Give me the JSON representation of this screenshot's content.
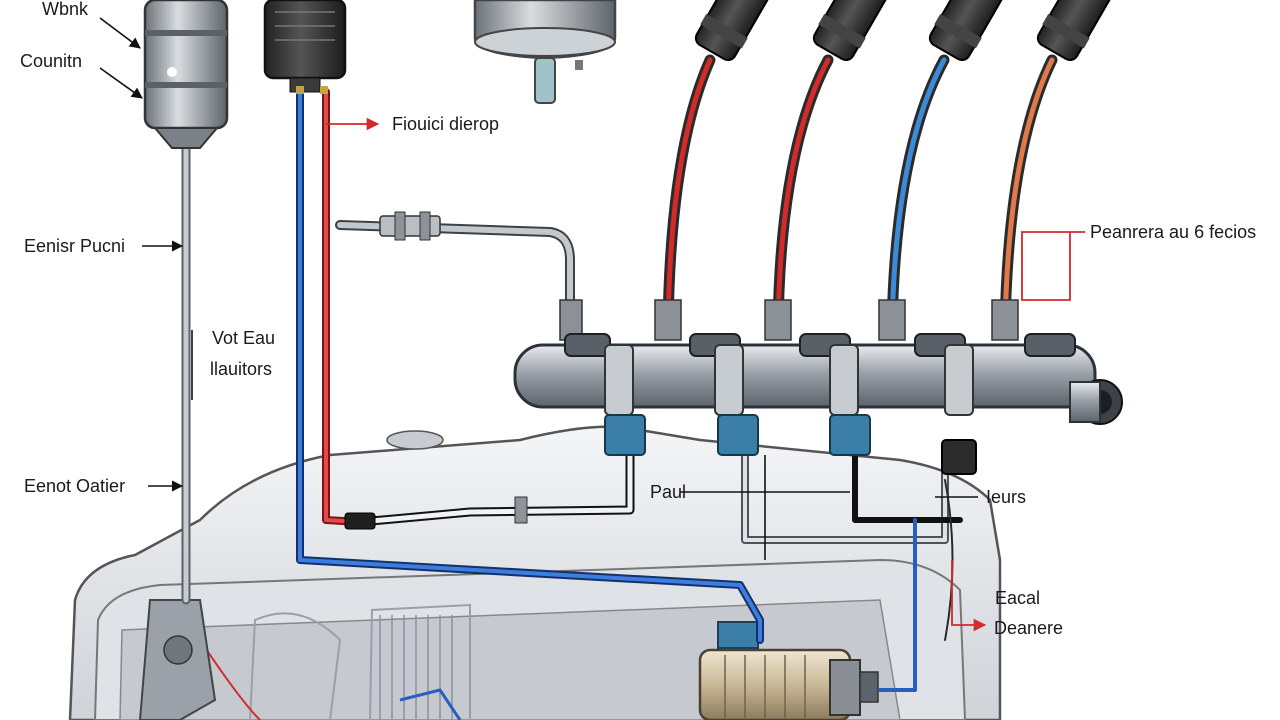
{
  "labels": {
    "top_left": "Wbnk",
    "counter": "Counitn",
    "left_mid": "Eenisr Pucni",
    "vot_line1": "Vot Eau",
    "vot_line2": "llauitors",
    "left_lower": "Eenot Oatier",
    "feed_drop": "Fiouici dierop",
    "right_top": "Peanrera au 6 fecios",
    "center_low": "Paul",
    "right_mid": "Ieurs",
    "right_low1": "Eacal",
    "right_low2": "Deanere"
  },
  "colors": {
    "red_line": "#d32a2a",
    "blue_line": "#2a5dc0",
    "metal": "#a9aeb4",
    "tank": "#e4e6e9",
    "connector": "#3b7fa8"
  }
}
